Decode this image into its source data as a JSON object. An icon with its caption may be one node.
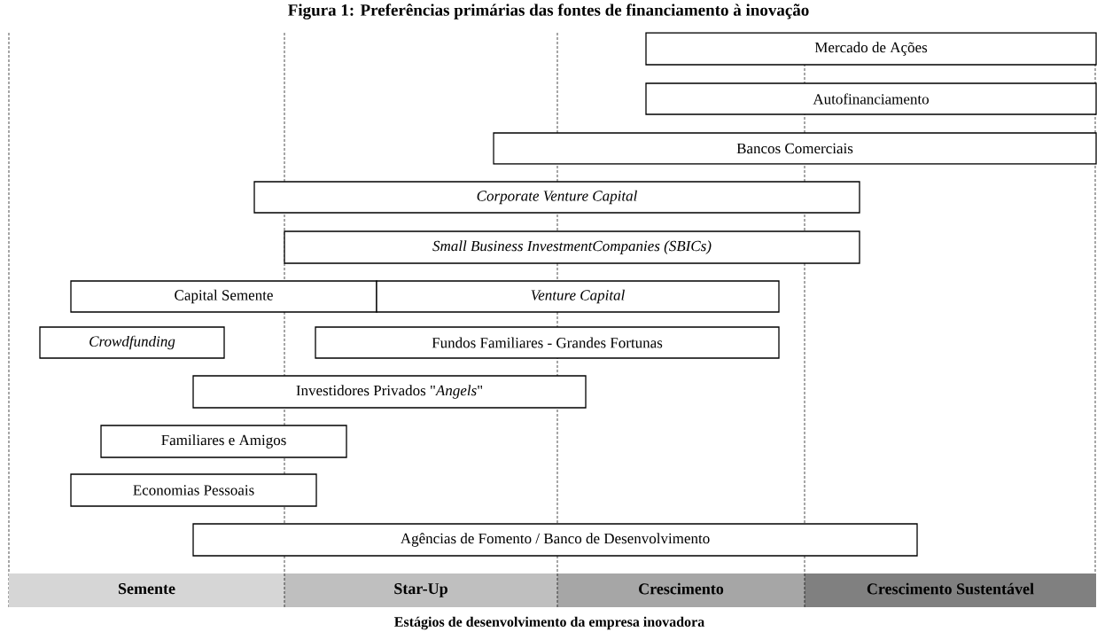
{
  "diagram": {
    "title": "Figura 1: Preferências primárias das fontes de financiamento à inovação",
    "caption": "Estágios de desenvolvimento da empresa inovadora",
    "nodes": [
      {
        "text": [
          "Mercado de Ações"
        ]
      },
      {
        "text": [
          "Autofinanciamento"
        ]
      },
      {
        "text": [
          "Bancos Comerciais"
        ]
      },
      {
        "text": [
          "Corporate Venture Capital"
        ]
      },
      {
        "text": [
          "Small Business InvestmentCompanies (SBICs)"
        ]
      },
      {
        "text": [
          "Capital Semente"
        ]
      },
      {
        "text": [
          "Venture Capital"
        ]
      },
      {
        "text": [
          "Crowdfunding"
        ]
      },
      {
        "text": [
          "Fundos Familiares - Grandes Fortunas"
        ]
      },
      {
        "text": [
          "Investidores Privados \"*Angels*\""
        ]
      },
      {
        "text": [
          "Familiares e Amigos"
        ]
      },
      {
        "text": [
          "Economias Pessoais"
        ]
      },
      {
        "text": [
          "Agências de Fomento / Banco de Desenvolvimento"
        ]
      },
      {
        "text": [
          "Semente"
        ]
      },
      {
        "text": [
          "Star-Up"
        ]
      },
      {
        "text": [
          "Crescimento"
        ]
      },
      {
        "text": [
          "Crescimento Sustentável"
        ]
      }
    ],
    "edges": []
  }
}
